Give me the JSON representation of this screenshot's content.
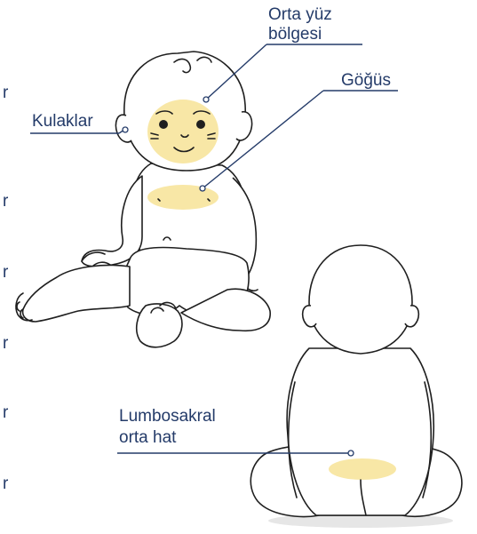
{
  "labels": {
    "mid_face_line1": "Orta yüz",
    "mid_face_line2": "bölgesi",
    "chest": "Göğüs",
    "ears": "Kulaklar",
    "lumbosacral_line1": "Lumbosakral",
    "lumbosacral_line2": "orta hat"
  },
  "edge_glyphs": [
    "r",
    "r",
    "r",
    "r",
    "r",
    "r"
  ],
  "colors": {
    "highlight": "#f8e7a6",
    "label_text": "#243b69",
    "outline": "#1f1f1f",
    "shadow": "#e6e6e6"
  }
}
